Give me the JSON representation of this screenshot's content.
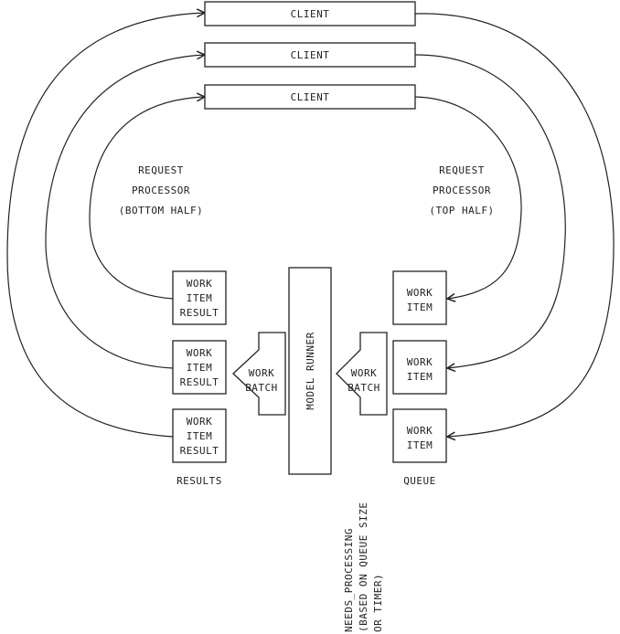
{
  "clients": [
    {
      "label": "CLIENT"
    },
    {
      "label": "CLIENT"
    },
    {
      "label": "CLIENT"
    }
  ],
  "processors": {
    "bottom": {
      "line1": "REQUEST",
      "line2": "PROCESSOR",
      "line3": "(BOTTOM HALF)"
    },
    "top": {
      "line1": "REQUEST",
      "line2": "PROCESSOR",
      "line3": "(TOP HALF)"
    }
  },
  "results": {
    "items": [
      {
        "line1": "WORK",
        "line2": "ITEM",
        "line3": "RESULT"
      },
      {
        "line1": "WORK",
        "line2": "ITEM",
        "line3": "RESULT"
      },
      {
        "line1": "WORK",
        "line2": "ITEM",
        "line3": "RESULT"
      }
    ],
    "label": "RESULTS"
  },
  "queue": {
    "items": [
      {
        "line1": "WORK",
        "line2": "ITEM"
      },
      {
        "line1": "WORK",
        "line2": "ITEM"
      },
      {
        "line1": "WORK",
        "line2": "ITEM"
      }
    ],
    "label": "QUEUE"
  },
  "batches": {
    "left": {
      "line1": "WORK",
      "line2": "BATCH"
    },
    "right": {
      "line1": "WORK",
      "line2": "BATCH"
    }
  },
  "model_runner": {
    "label": "MODEL RUNNER"
  },
  "needs_processing": {
    "line1": "NEEDS_PROCESSING",
    "line2": "(BASED ON QUEUE SIZE",
    "line3": "OR TIMER)"
  }
}
